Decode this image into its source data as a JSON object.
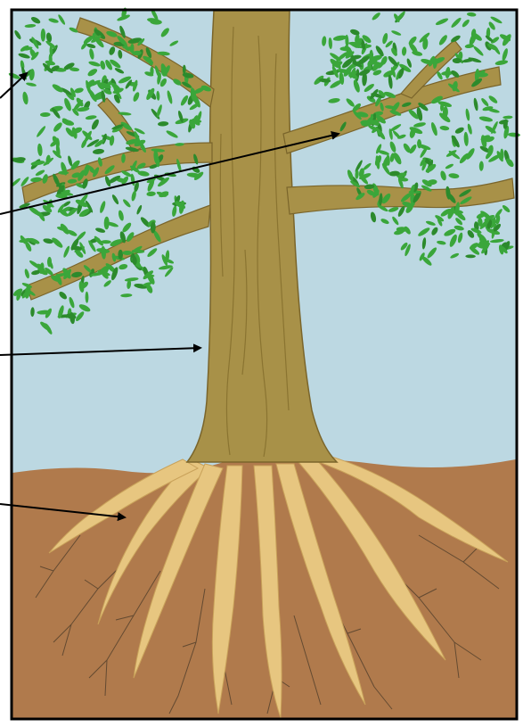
{
  "diagram": {
    "type": "unlabeled-tree-diagram",
    "parts": [
      {
        "name": "leaves",
        "has_pointer": true
      },
      {
        "name": "branch",
        "has_pointer": true
      },
      {
        "name": "trunk",
        "has_pointer": true
      },
      {
        "name": "roots",
        "has_pointer": true
      }
    ],
    "colors": {
      "frame": "#000000",
      "sky": "#bcd8e2",
      "soil": "#b07a4c",
      "bark": "#a89148",
      "bark_dark": "#8a7431",
      "root": "#e7c680",
      "leaf": "#3aa63a",
      "leaf_vein": "#2c8a2c",
      "root_hair": "#4a3a28",
      "arrow": "#000000"
    }
  }
}
